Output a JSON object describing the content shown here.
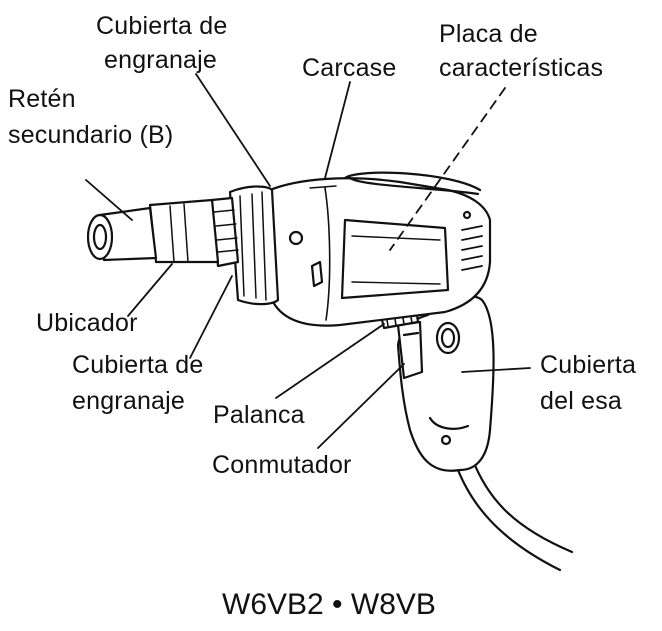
{
  "labels": {
    "gear_cover_top_1": "Cubierta de",
    "gear_cover_top_2": "engranaje",
    "housing": "Carcase",
    "nameplate_1": "Placa de",
    "nameplate_2": "características",
    "stopper_1": "Retén",
    "stopper_2": "secundario (B)",
    "locator": "Ubicador",
    "gear_cover_bottom_1": "Cubierta de",
    "gear_cover_bottom_2": "engranaje",
    "lever": "Palanca",
    "switch": "Conmutador",
    "handle_cover_1": "Cubierta",
    "handle_cover_2": "del esa"
  },
  "model": "W6VB2 • W8VB"
}
